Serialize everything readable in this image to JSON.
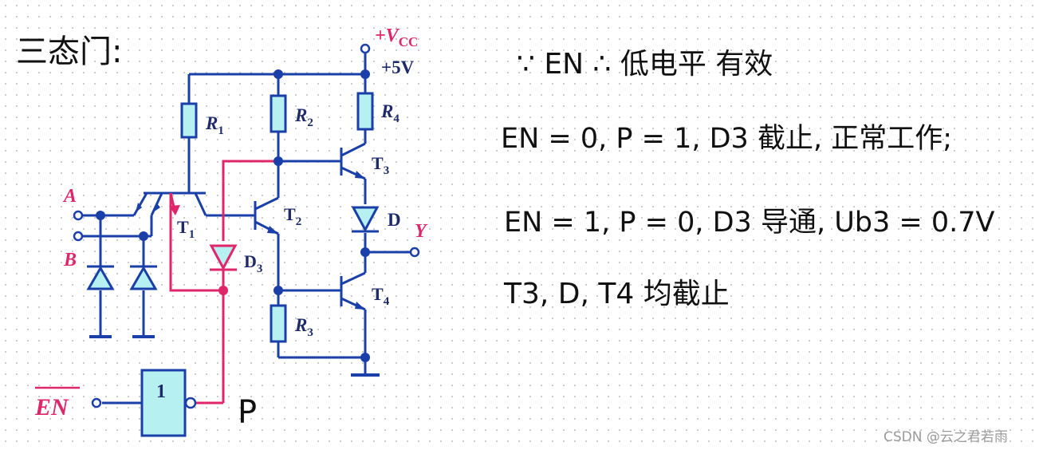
{
  "circuit": {
    "supply_label": "+V",
    "supply_sub": "CC",
    "supply_value": "+5V",
    "resistors": [
      "R",
      "R",
      "R",
      "R"
    ],
    "resistor_subs": [
      "1",
      "2",
      "3",
      "4"
    ],
    "transistors": [
      "T",
      "T",
      "T",
      "T"
    ],
    "transistor_subs": [
      "1",
      "2",
      "3",
      "4"
    ],
    "diode_d": "D",
    "diode_d3": "D",
    "diode_d3_sub": "3",
    "input_a": "A",
    "input_b": "B",
    "output_y": "Y",
    "enable_label": "EN",
    "gate_label": "1",
    "node_p": "P"
  },
  "notes": {
    "title": "三态门:",
    "line1": "∵ EN  ∴ 低电平 有效",
    "line2": "EN = 0, P = 1, D3 截止, 正常工作;",
    "line3": "EN = 1, P = 0, D3 导通, Ub3 = 0.7V",
    "line4": "T3, D, T4 均截止"
  },
  "watermark": "CSDN @云之君若雨",
  "colors": {
    "wire": "#1a3fa8",
    "highlight": "#e0266a",
    "component_fill": "#b6f0f0"
  }
}
